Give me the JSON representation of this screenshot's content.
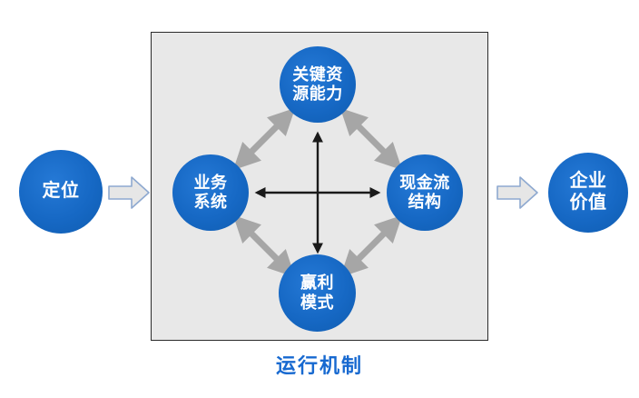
{
  "diagram": {
    "title_caption": "运行机制",
    "input_node": {
      "label": "定位"
    },
    "output_node": {
      "line1": "企业",
      "line2": "价值"
    },
    "mechanism_box": {
      "nodes": [
        {
          "id": "resource",
          "line1": "关键资",
          "line2": "源能力"
        },
        {
          "id": "business",
          "line1": "业务",
          "line2": "系统"
        },
        {
          "id": "cashflow",
          "line1": "现金流",
          "line2": "结构"
        },
        {
          "id": "profit",
          "line1": "赢利",
          "line2": "模式"
        }
      ]
    },
    "icons": {
      "input_arrow": "block-arrow-right-icon",
      "output_arrow": "block-arrow-right-icon",
      "cross_arrows": "double-headed-cross-arrow-icon",
      "diagonal_arrows": "double-headed-diagonal-arrow-icon"
    },
    "colors": {
      "node_blue": "#1668c4",
      "box_fill": "#e8e8e8",
      "box_border": "#2b2b2b",
      "caption_blue": "#1769d0",
      "connector_gray": "#a6a6a6",
      "cross_black": "#1a1a1a",
      "block_arrow_fill": "#e6e6e6",
      "block_arrow_stroke": "#8ea9d0"
    }
  }
}
